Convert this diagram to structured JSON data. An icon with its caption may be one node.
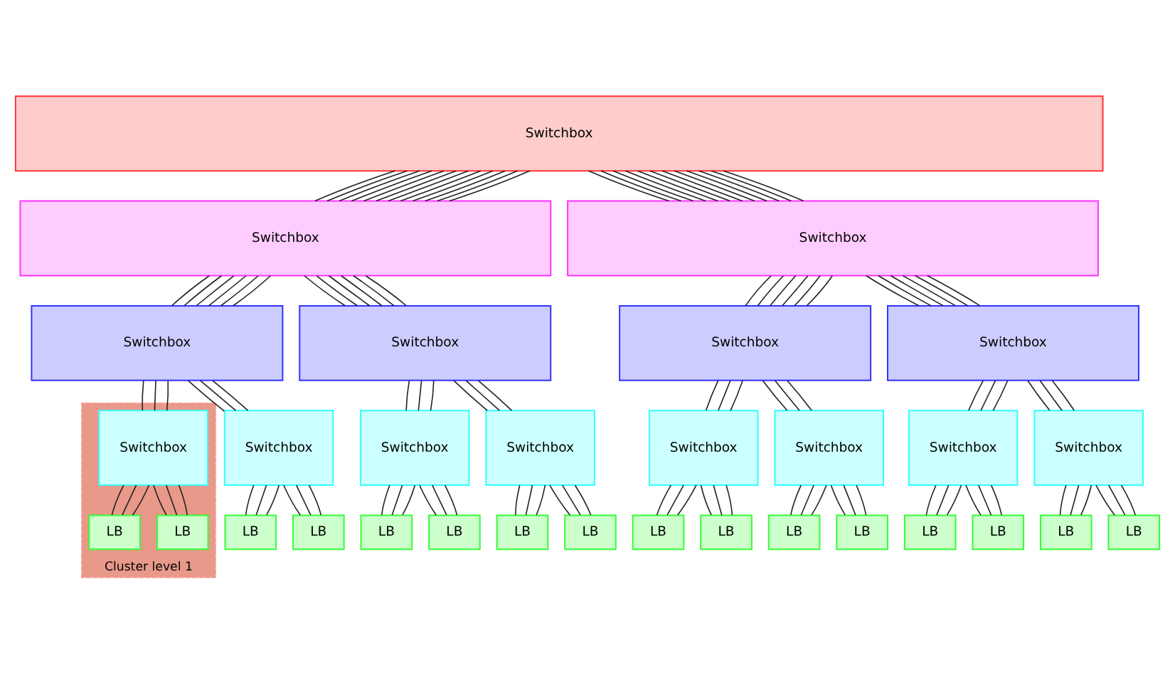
{
  "diagram": {
    "nodes": [
      {
        "text": [
          "Switchbox"
        ]
      },
      {
        "text": [
          "Switchbox"
        ]
      },
      {
        "text": [
          "Switchbox"
        ]
      },
      {
        "text": [
          "Switchbox"
        ]
      },
      {
        "text": [
          "Switchbox"
        ]
      },
      {
        "text": [
          "Switchbox"
        ]
      },
      {
        "text": [
          "Switchbox"
        ]
      },
      {
        "text": [
          "Cluster level 1"
        ]
      },
      {
        "text": [
          "Switchbox"
        ],
        "in": 7
      },
      {
        "text": [
          "Switchbox"
        ]
      },
      {
        "text": [
          "Switchbox"
        ]
      },
      {
        "text": [
          "Switchbox"
        ]
      },
      {
        "text": [
          "Switchbox"
        ]
      },
      {
        "text": [
          "Switchbox"
        ]
      },
      {
        "text": [
          "Switchbox"
        ]
      },
      {
        "text": [
          "Switchbox"
        ]
      },
      {
        "text": [
          "LB"
        ],
        "in": 7
      },
      {
        "text": [
          "LB"
        ],
        "in": 7
      },
      {
        "text": [
          "LB"
        ]
      },
      {
        "text": [
          "LB"
        ]
      },
      {
        "text": [
          "LB"
        ]
      },
      {
        "text": [
          "LB"
        ]
      },
      {
        "text": [
          "LB"
        ]
      },
      {
        "text": [
          "LB"
        ]
      },
      {
        "text": [
          "LB"
        ]
      },
      {
        "text": [
          "LB"
        ]
      },
      {
        "text": [
          "LB"
        ]
      },
      {
        "text": [
          "LB"
        ]
      },
      {
        "text": [
          "LB"
        ]
      },
      {
        "text": [
          "LB"
        ]
      },
      {
        "text": [
          "LB"
        ]
      },
      {
        "text": [
          "LB"
        ]
      }
    ],
    "edges": [
      {
        "from": 0,
        "to": 1,
        "arrow": "none"
      },
      {
        "from": 0,
        "to": 1,
        "arrow": "none"
      },
      {
        "from": 0,
        "to": 1,
        "arrow": "none"
      },
      {
        "from": 0,
        "to": 1,
        "arrow": "none"
      },
      {
        "from": 0,
        "to": 1,
        "arrow": "none"
      },
      {
        "from": 0,
        "to": 1,
        "arrow": "none"
      },
      {
        "from": 0,
        "to": 1,
        "arrow": "none"
      },
      {
        "from": 0,
        "to": 1,
        "arrow": "none"
      },
      {
        "from": 0,
        "to": 1,
        "arrow": "none"
      },
      {
        "from": 0,
        "to": 1,
        "arrow": "none"
      },
      {
        "from": 0,
        "to": 1,
        "arrow": "none"
      },
      {
        "from": 0,
        "to": 1,
        "arrow": "none"
      },
      {
        "from": 0,
        "to": 2,
        "arrow": "none"
      },
      {
        "from": 0,
        "to": 2,
        "arrow": "none"
      },
      {
        "from": 0,
        "to": 2,
        "arrow": "none"
      },
      {
        "from": 0,
        "to": 2,
        "arrow": "none"
      },
      {
        "from": 0,
        "to": 2,
        "arrow": "none"
      },
      {
        "from": 0,
        "to": 2,
        "arrow": "none"
      },
      {
        "from": 0,
        "to": 2,
        "arrow": "none"
      },
      {
        "from": 0,
        "to": 2,
        "arrow": "none"
      },
      {
        "from": 0,
        "to": 2,
        "arrow": "none"
      },
      {
        "from": 0,
        "to": 2,
        "arrow": "none"
      },
      {
        "from": 0,
        "to": 2,
        "arrow": "none"
      },
      {
        "from": 0,
        "to": 2,
        "arrow": "none"
      },
      {
        "from": 1,
        "to": 3,
        "arrow": "none"
      },
      {
        "from": 1,
        "to": 3,
        "arrow": "none"
      },
      {
        "from": 1,
        "to": 3,
        "arrow": "none"
      },
      {
        "from": 1,
        "to": 3,
        "arrow": "none"
      },
      {
        "from": 1,
        "to": 3,
        "arrow": "none"
      },
      {
        "from": 1,
        "to": 3,
        "arrow": "none"
      },
      {
        "from": 1,
        "to": 4,
        "arrow": "none"
      },
      {
        "from": 1,
        "to": 4,
        "arrow": "none"
      },
      {
        "from": 1,
        "to": 4,
        "arrow": "none"
      },
      {
        "from": 1,
        "to": 4,
        "arrow": "none"
      },
      {
        "from": 1,
        "to": 4,
        "arrow": "none"
      },
      {
        "from": 1,
        "to": 4,
        "arrow": "none"
      },
      {
        "from": 2,
        "to": 5,
        "arrow": "none"
      },
      {
        "from": 2,
        "to": 5,
        "arrow": "none"
      },
      {
        "from": 2,
        "to": 5,
        "arrow": "none"
      },
      {
        "from": 2,
        "to": 5,
        "arrow": "none"
      },
      {
        "from": 2,
        "to": 5,
        "arrow": "none"
      },
      {
        "from": 2,
        "to": 5,
        "arrow": "none"
      },
      {
        "from": 2,
        "to": 6,
        "arrow": "none"
      },
      {
        "from": 2,
        "to": 6,
        "arrow": "none"
      },
      {
        "from": 2,
        "to": 6,
        "arrow": "none"
      },
      {
        "from": 2,
        "to": 6,
        "arrow": "none"
      },
      {
        "from": 2,
        "to": 6,
        "arrow": "none"
      },
      {
        "from": 2,
        "to": 6,
        "arrow": "none"
      },
      {
        "from": 3,
        "to": 8,
        "arrow": "none"
      },
      {
        "from": 3,
        "to": 8,
        "arrow": "none"
      },
      {
        "from": 3,
        "to": 8,
        "arrow": "none"
      },
      {
        "from": 3,
        "to": 9,
        "arrow": "none"
      },
      {
        "from": 3,
        "to": 9,
        "arrow": "none"
      },
      {
        "from": 3,
        "to": 9,
        "arrow": "none"
      },
      {
        "from": 4,
        "to": 10,
        "arrow": "none"
      },
      {
        "from": 4,
        "to": 10,
        "arrow": "none"
      },
      {
        "from": 4,
        "to": 10,
        "arrow": "none"
      },
      {
        "from": 4,
        "to": 11,
        "arrow": "none"
      },
      {
        "from": 4,
        "to": 11,
        "arrow": "none"
      },
      {
        "from": 4,
        "to": 11,
        "arrow": "none"
      },
      {
        "from": 5,
        "to": 12,
        "arrow": "none"
      },
      {
        "from": 5,
        "to": 12,
        "arrow": "none"
      },
      {
        "from": 5,
        "to": 12,
        "arrow": "none"
      },
      {
        "from": 5,
        "to": 13,
        "arrow": "none"
      },
      {
        "from": 5,
        "to": 13,
        "arrow": "none"
      },
      {
        "from": 5,
        "to": 13,
        "arrow": "none"
      },
      {
        "from": 6,
        "to": 14,
        "arrow": "none"
      },
      {
        "from": 6,
        "to": 14,
        "arrow": "none"
      },
      {
        "from": 6,
        "to": 14,
        "arrow": "none"
      },
      {
        "from": 6,
        "to": 15,
        "arrow": "none"
      },
      {
        "from": 6,
        "to": 15,
        "arrow": "none"
      },
      {
        "from": 6,
        "to": 15,
        "arrow": "none"
      },
      {
        "from": 8,
        "to": 16,
        "arrow": "none"
      },
      {
        "from": 8,
        "to": 16,
        "arrow": "none"
      },
      {
        "from": 8,
        "to": 16,
        "arrow": "none"
      },
      {
        "from": 8,
        "to": 17,
        "arrow": "none"
      },
      {
        "from": 8,
        "to": 17,
        "arrow": "none"
      },
      {
        "from": 8,
        "to": 17,
        "arrow": "none"
      },
      {
        "from": 9,
        "to": 18,
        "arrow": "none"
      },
      {
        "from": 9,
        "to": 18,
        "arrow": "none"
      },
      {
        "from": 9,
        "to": 18,
        "arrow": "none"
      },
      {
        "from": 9,
        "to": 19,
        "arrow": "none"
      },
      {
        "from": 9,
        "to": 19,
        "arrow": "none"
      },
      {
        "from": 9,
        "to": 19,
        "arrow": "none"
      },
      {
        "from": 10,
        "to": 20,
        "arrow": "none"
      },
      {
        "from": 10,
        "to": 20,
        "arrow": "none"
      },
      {
        "from": 10,
        "to": 20,
        "arrow": "none"
      },
      {
        "from": 10,
        "to": 21,
        "arrow": "none"
      },
      {
        "from": 10,
        "to": 21,
        "arrow": "none"
      },
      {
        "from": 10,
        "to": 21,
        "arrow": "none"
      },
      {
        "from": 11,
        "to": 22,
        "arrow": "none"
      },
      {
        "from": 11,
        "to": 22,
        "arrow": "none"
      },
      {
        "from": 11,
        "to": 22,
        "arrow": "none"
      },
      {
        "from": 11,
        "to": 23,
        "arrow": "none"
      },
      {
        "from": 11,
        "to": 23,
        "arrow": "none"
      },
      {
        "from": 11,
        "to": 23,
        "arrow": "none"
      },
      {
        "from": 12,
        "to": 24,
        "arrow": "none"
      },
      {
        "from": 12,
        "to": 24,
        "arrow": "none"
      },
      {
        "from": 12,
        "to": 24,
        "arrow": "none"
      },
      {
        "from": 12,
        "to": 25,
        "arrow": "none"
      },
      {
        "from": 12,
        "to": 25,
        "arrow": "none"
      },
      {
        "from": 12,
        "to": 25,
        "arrow": "none"
      },
      {
        "from": 13,
        "to": 26,
        "arrow": "none"
      },
      {
        "from": 13,
        "to": 26,
        "arrow": "none"
      },
      {
        "from": 13,
        "to": 26,
        "arrow": "none"
      },
      {
        "from": 13,
        "to": 27,
        "arrow": "none"
      },
      {
        "from": 13,
        "to": 27,
        "arrow": "none"
      },
      {
        "from": 13,
        "to": 27,
        "arrow": "none"
      },
      {
        "from": 14,
        "to": 28,
        "arrow": "none"
      },
      {
        "from": 14,
        "to": 28,
        "arrow": "none"
      },
      {
        "from": 14,
        "to": 28,
        "arrow": "none"
      },
      {
        "from": 14,
        "to": 29,
        "arrow": "none"
      },
      {
        "from": 14,
        "to": 29,
        "arrow": "none"
      },
      {
        "from": 14,
        "to": 29,
        "arrow": "none"
      },
      {
        "from": 15,
        "to": 30,
        "arrow": "none"
      },
      {
        "from": 15,
        "to": 30,
        "arrow": "none"
      },
      {
        "from": 15,
        "to": 30,
        "arrow": "none"
      },
      {
        "from": 15,
        "to": 31,
        "arrow": "none"
      },
      {
        "from": 15,
        "to": 31,
        "arrow": "none"
      },
      {
        "from": 15,
        "to": 31,
        "arrow": "none"
      }
    ]
  }
}
